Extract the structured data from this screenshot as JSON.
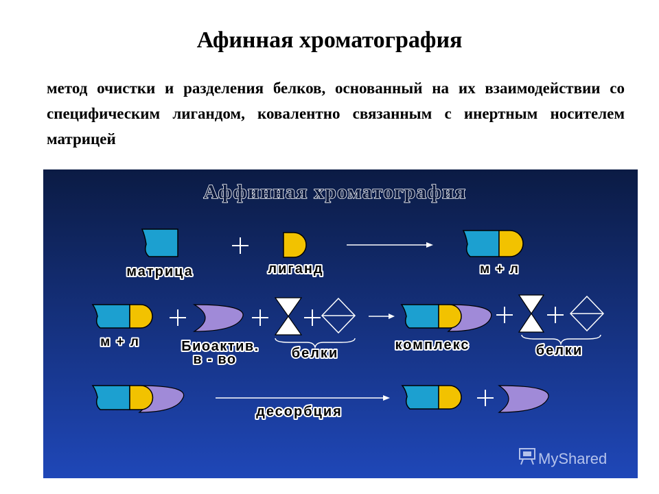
{
  "slide": {
    "title": "Афинная хроматография",
    "description": "метод очистки и разделения белков, основанный на их взаимодействии со специфическим лигандом, ковалентно связанным с инертным носителем матрицей"
  },
  "diagram": {
    "title": "Аффинная хроматография",
    "labels": {
      "matrix": "матрица",
      "ligand": "лиганд",
      "ml_1": "м + л",
      "ml_2": "м + л",
      "bioactive_1": "Биоактив.",
      "bioactive_2": "в - во",
      "proteins_1": "белки",
      "complex": "комплекс",
      "proteins_2": "белки",
      "desorption": "десорбция"
    },
    "operators": {
      "plus": "+"
    },
    "watermark": "MyShared"
  },
  "colors": {
    "panel_top": "#0b1b44",
    "panel_bottom": "#1f47b8",
    "matrix": "#1ca0d0",
    "ligand": "#f2c200",
    "bioactive": "#a08ad8",
    "protein_fill": "#ffffff"
  },
  "icons": [
    "matrix-block-icon",
    "ligand-half-circle-icon",
    "bioactive-crescent-icon",
    "hourglass-protein-icon",
    "diamond-protein-icon",
    "arrow-right-icon",
    "plus-icon",
    "presentation-icon"
  ]
}
